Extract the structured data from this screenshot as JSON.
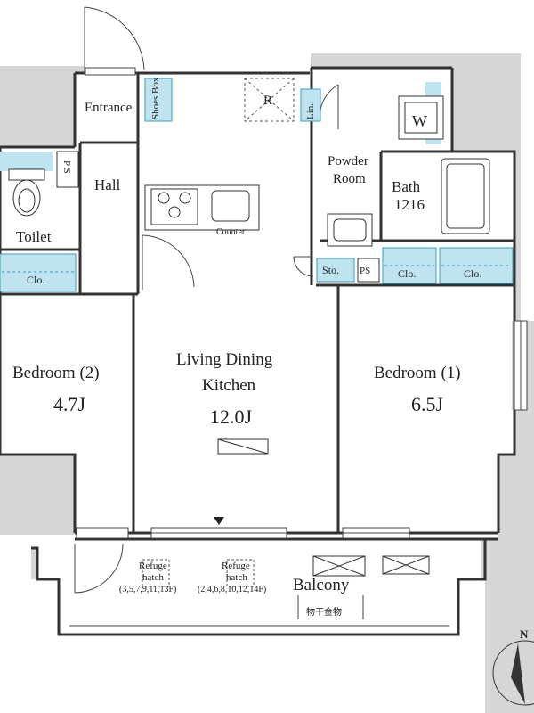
{
  "rooms": {
    "entrance": "Entrance",
    "shoes_box": "Shoes Box",
    "hall": "Hall",
    "ps_left": "P S",
    "toilet": "Toilet",
    "clo_left": "Clo.",
    "r_mark": "R",
    "lin": "Lin.",
    "w_mark": "W",
    "powder_room_line1": "Powder",
    "powder_room_line2": "Room",
    "bath_line1": "Bath",
    "bath_line2": "1216",
    "counter": "Counter",
    "sto": "Sto.",
    "ps_right": "PS",
    "clo_right1": "Clo.",
    "clo_right2": "Clo.",
    "bedroom2_name": "Bedroom (2)",
    "bedroom2_size": "4.7J",
    "ldk_line1": "Living Dining",
    "ldk_line2": "Kitchen",
    "ldk_size": "12.0J",
    "bedroom1_name": "Bedroom (1)",
    "bedroom1_size": "6.5J",
    "refuge1_line1": "Refuge",
    "refuge1_line2": "hatch",
    "refuge1_floors": "(3,5,7,9,11,13F)",
    "refuge2_line1": "Refuge",
    "refuge2_line2": "hatch",
    "refuge2_floors": "(2,4,6,8,10,12,14F)",
    "balcony": "Balcony",
    "balcony_sub": "物干金物",
    "north": "N"
  },
  "colors": {
    "storage_fill": "#bfe4f0",
    "storage_stroke": "#3a9cc0",
    "shaft_fill": "#d6d6d6",
    "wall": "#333333"
  }
}
